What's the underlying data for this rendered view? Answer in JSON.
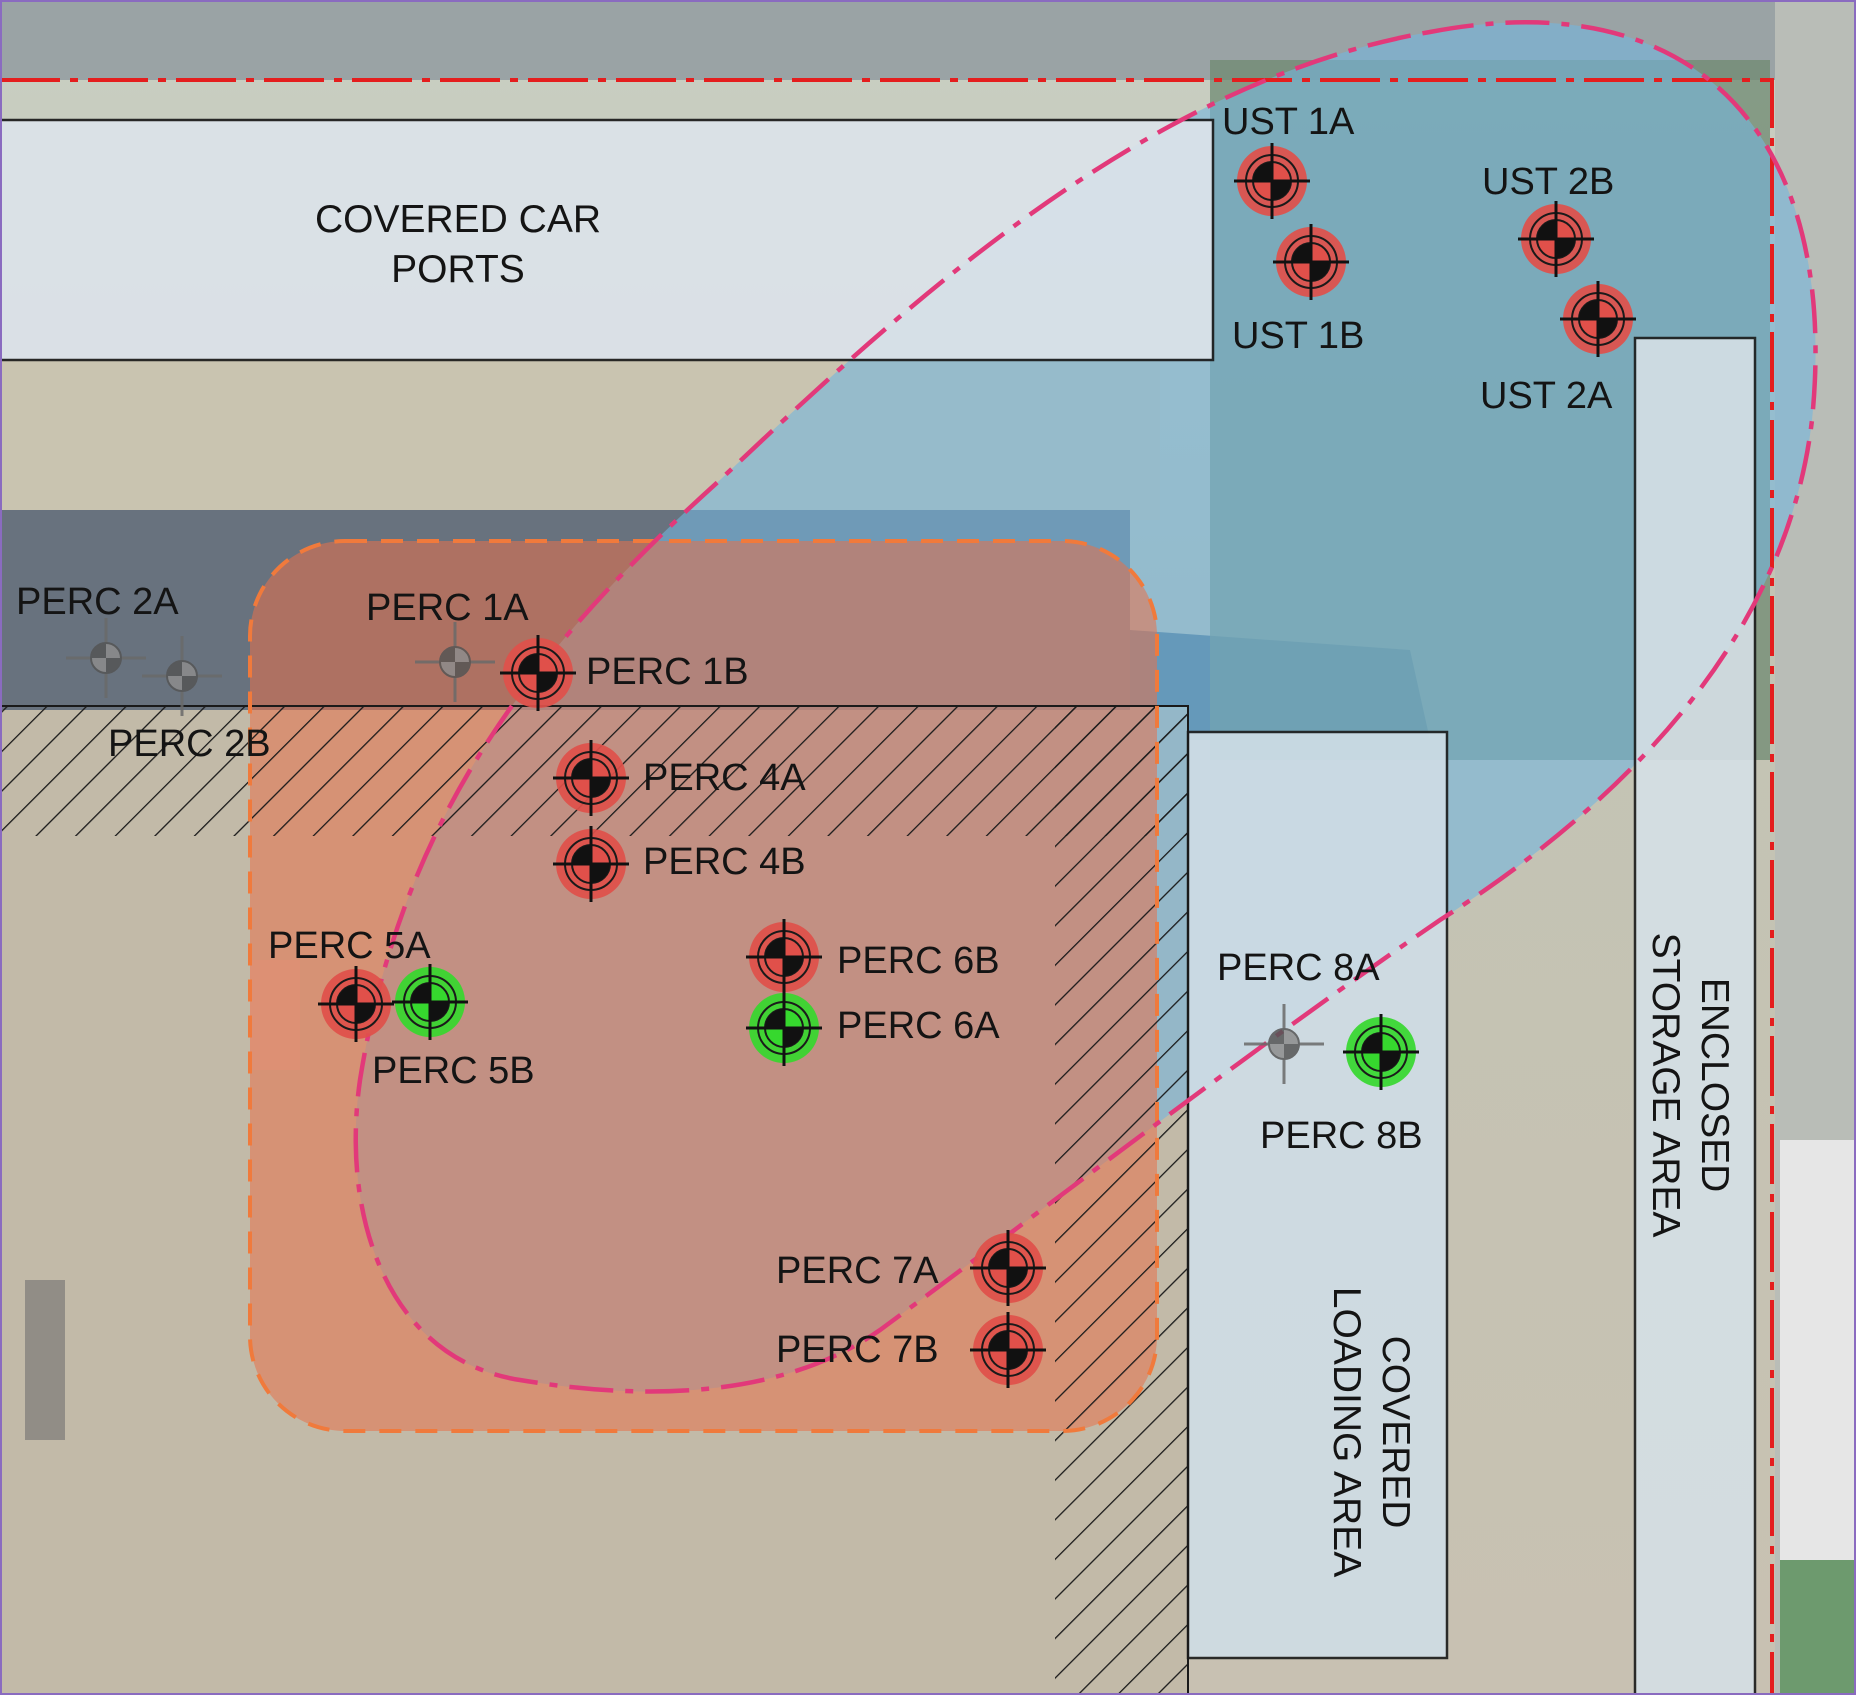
{
  "map": {
    "areas": {
      "car_ports": [
        "COVERED CAR",
        "PORTS"
      ],
      "loading": [
        "COVERED",
        "LOADING AREA"
      ],
      "storage": [
        "ENCLOSED",
        "STORAGE AREA"
      ]
    },
    "colors": {
      "boundary": "#e41e1e",
      "plume_pink": "#e2397a",
      "plume_orange": "#f07a3c",
      "marker_red": "#e0504a",
      "marker_green": "#36d82e",
      "marker_gray": "#7d7d7d"
    },
    "labels": {
      "ust1a": "UST 1A",
      "ust1b": "UST 1B",
      "ust2a": "UST 2A",
      "ust2b": "UST 2B",
      "perc1a": "PERC 1A",
      "perc1b": "PERC 1B",
      "perc2a": "PERC 2A",
      "perc2b": "PERC 2B",
      "perc4a": "PERC 4A",
      "perc4b": "PERC 4B",
      "perc5a": "PERC 5A",
      "perc5b": "PERC 5B",
      "perc6a": "PERC 6A",
      "perc6b": "PERC 6B",
      "perc7a": "PERC 7A",
      "perc7b": "PERC 7B",
      "perc8a": "PERC 8A",
      "perc8b": "PERC 8B"
    },
    "marker_status": {
      "ust1a": "red",
      "ust1b": "red",
      "ust2a": "red",
      "ust2b": "red",
      "perc1a": "gray",
      "perc1b": "red",
      "perc2a": "gray",
      "perc2b": "gray",
      "perc4a": "red",
      "perc4b": "red",
      "perc5a": "red",
      "perc5b": "green",
      "perc6a": "green",
      "perc6b": "red",
      "perc7a": "red",
      "perc7b": "red",
      "perc8a": "gray",
      "perc8b": "green"
    }
  }
}
